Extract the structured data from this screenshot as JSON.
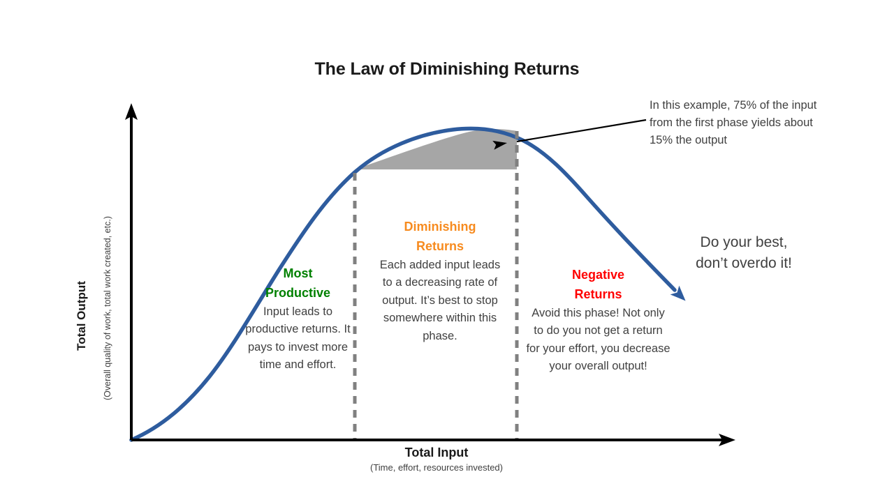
{
  "chart_data": {
    "type": "line",
    "title": "The Law of Diminishing Returns",
    "xlabel": "Total Input",
    "xlabel_sub": "(Time, effort, resources invested)",
    "ylabel": "Total Output",
    "ylabel_sub": "(Overall quality of work, total work created, etc.)",
    "grid": false,
    "legend": false,
    "xlim": [
      0,
      100
    ],
    "ylim": [
      0,
      100
    ],
    "series": [
      {
        "name": "Total Output curve",
        "color": "#2E5C9E",
        "x": [
          0,
          5,
          10,
          15,
          20,
          25,
          30,
          35,
          37,
          40,
          45,
          50,
          55,
          59,
          64,
          70,
          75,
          80,
          85,
          90,
          92
        ],
        "y": [
          0,
          6,
          13,
          22,
          33,
          45,
          56,
          66,
          69,
          74,
          82,
          87,
          91,
          93,
          95,
          95,
          93,
          88,
          79,
          66,
          60
        ]
      }
    ],
    "shaded_region": {
      "name": "75-percent-input-yields-15-percent-output",
      "color": "#A6A6A6",
      "x_start": 37,
      "x_end": 64,
      "y_base": 69,
      "description": "Area between the first and second phase boundaries, from the output level at the end of the first phase up to the curve."
    },
    "phase_boundaries": [
      {
        "name": "boundary-1",
        "x": 37
      },
      {
        "name": "boundary-2",
        "x": 64
      }
    ],
    "annotations": [
      {
        "name": "callout-75-percent",
        "text": "In this example, 75% of the input from the first phase yields about 15% the output",
        "points_to": {
          "x": 62,
          "y": 82
        }
      },
      {
        "name": "closing-remark",
        "text": "Do your best, don't overdo it!"
      }
    ]
  },
  "title": "The Law of Diminishing Returns",
  "axes": {
    "y": {
      "title": "Total Output",
      "subtitle": "(Overall quality of work, total work created, etc.)"
    },
    "x": {
      "title": "Total Input",
      "subtitle": "(Time, effort, resources invested)"
    }
  },
  "phases": [
    {
      "id": "most-productive",
      "heading": "Most\nProductive",
      "heading_line1": "Most",
      "heading_line2": "Productive",
      "body": "Input leads to productive returns. It pays to invest more time and effort.",
      "color": "#008000"
    },
    {
      "id": "diminishing-returns",
      "heading_line1": "Diminishing",
      "heading_line2": "Returns",
      "body": "Each added input leads to a decreasing rate of output. It’s best to stop somewhere within this phase.",
      "color": "#F78B1F"
    },
    {
      "id": "negative-returns",
      "heading_line1": "Negative",
      "heading_line2": "Returns",
      "body": "Avoid this phase! Not only to do you not get a return for your effort, you decrease your overall output!",
      "color": "#FF0000"
    }
  ],
  "callout": {
    "text": "In this example, 75% of the input from the first phase yields about 15% the output"
  },
  "closing": {
    "line1": "Do your best,",
    "line2": "don’t overdo it!"
  },
  "colors": {
    "curve": "#2E5C9E",
    "shaded_area": "#A6A6A6",
    "dashed_divider": "#808080",
    "axis": "#000000",
    "body_text": "#404040"
  }
}
